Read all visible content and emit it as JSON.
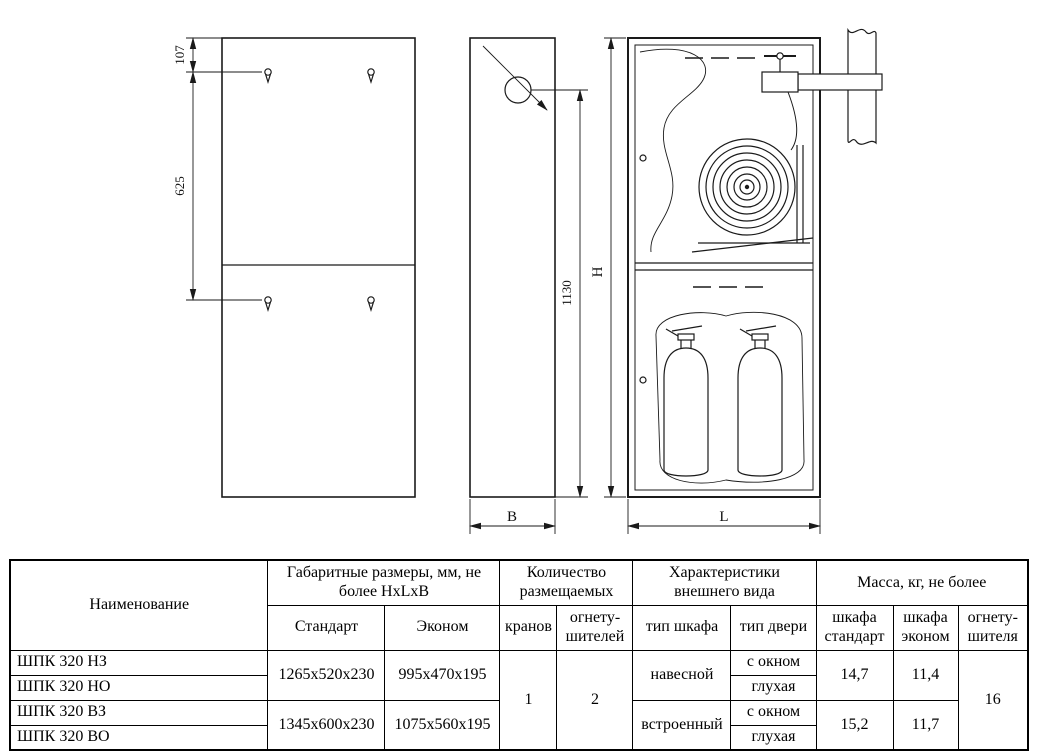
{
  "drawing": {
    "labels": {
      "d107": "107",
      "d625": "625",
      "d1130": "1130",
      "b": "B",
      "h": "H",
      "l": "L"
    }
  },
  "table": {
    "header": {
      "name": "Наименование",
      "dims_group": "Габаритные размеры, мм, не более HxLxB",
      "standard": "Стандарт",
      "econom": "Эконом",
      "qty_group": "Количество размещаемых",
      "taps": "кранов",
      "extinguishers": "огнету-шителей",
      "appearance_group": "Характеристики внешнего вида",
      "cabinet_type": "тип шкафа",
      "door_type": "тип двери",
      "mass_group": "Масса, кг, не более",
      "mass_standard": "шкафа стандарт",
      "mass_econom": "шкафа эконом",
      "mass_extinguisher": "огнету-шителя"
    },
    "rows": {
      "names": [
        "ШПК 320 НЗ",
        "ШПК 320 НО",
        "ШПК 320 ВЗ",
        "ШПК 320 ВО"
      ],
      "dims_standard_nav": "1265x520x230",
      "dims_econom_nav": "995x470x195",
      "dims_standard_built": "1345x600x230",
      "dims_econom_built": "1075x560x195",
      "taps_qty": "1",
      "extinguishers_qty": "2",
      "type_nav": "навесной",
      "type_built": "встроенный",
      "doors": [
        "с окном",
        "глухая",
        "с окном",
        "глухая"
      ],
      "mass_std_nav": "14,7",
      "mass_eco_nav": "11,4",
      "mass_std_built": "15,2",
      "mass_eco_built": "11,7",
      "mass_extinguisher": "16"
    }
  }
}
